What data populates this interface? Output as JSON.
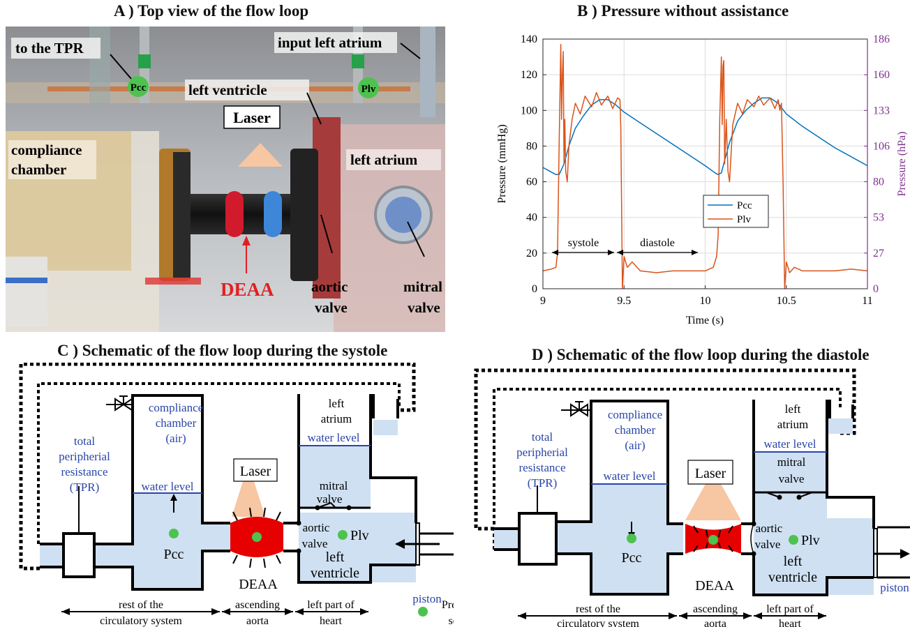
{
  "panel_a": {
    "title": "A ) Top view of the flow loop",
    "labels": {
      "to_tpr": "to the TPR",
      "input_left_atrium": "input left atrium",
      "pcc": "Pcc",
      "plv": "Plv",
      "left_ventricle": "left ventricle",
      "laser": "Laser",
      "compliance_chamber_1": "compliance",
      "compliance_chamber_2": "chamber",
      "left_atrium": "left atrium",
      "deaa": "DEAA",
      "aortic_valve_1": "aortic",
      "aortic_valve_2": "valve",
      "mitral_valve_1": "mitral",
      "mitral_valve_2": "valve"
    }
  },
  "panel_b": {
    "title": "B ) Pressure without assistance",
    "annotation_systole": "systole",
    "annotation_diastole": "diastole"
  },
  "chart_data": {
    "type": "line",
    "title": "B ) Pressure without assistance",
    "xlabel": "Time (s)",
    "ylabel": "Pressure (mmHg)",
    "ylabel_right": "Pressure (hPa)",
    "xlim": [
      9,
      11
    ],
    "ylim": [
      0,
      140
    ],
    "x_ticks": [
      "9",
      "9.5",
      "10",
      "10.5",
      "11"
    ],
    "y_ticks": [
      "0",
      "20",
      "40",
      "60",
      "80",
      "100",
      "120",
      "140"
    ],
    "y_ticks_right": [
      "0",
      "27",
      "53",
      "80",
      "106",
      "133",
      "160",
      "186"
    ],
    "grid": true,
    "legend_placement": "lower-right",
    "colors": {
      "pcc": "#0072BD",
      "plv": "#D95319",
      "right_axis": "#7E2F8E"
    },
    "series": [
      {
        "name": "Pcc",
        "x": [
          9.0,
          9.04,
          9.08,
          9.1,
          9.13,
          9.16,
          9.2,
          9.25,
          9.3,
          9.35,
          9.4,
          9.45,
          9.5,
          9.6,
          9.7,
          9.8,
          9.9,
          10.0,
          10.06,
          10.08,
          10.1,
          10.12,
          10.15,
          10.2,
          10.25,
          10.3,
          10.35,
          10.4,
          10.45,
          10.5,
          10.6,
          10.7,
          10.8,
          10.9,
          11.0
        ],
        "y": [
          68,
          66,
          64,
          64,
          70,
          80,
          90,
          97,
          103,
          106,
          106,
          103,
          99,
          93,
          87,
          81,
          75,
          69,
          65,
          64,
          65,
          72,
          82,
          94,
          100,
          104,
          107,
          107,
          104,
          98,
          91,
          85,
          79,
          74,
          69
        ]
      },
      {
        "name": "Plv",
        "x": [
          9.0,
          9.05,
          9.08,
          9.09,
          9.1,
          9.11,
          9.115,
          9.12,
          9.125,
          9.13,
          9.135,
          9.14,
          9.15,
          9.16,
          9.18,
          9.2,
          9.23,
          9.26,
          9.3,
          9.33,
          9.36,
          9.4,
          9.43,
          9.46,
          9.475,
          9.48,
          9.49,
          9.5,
          9.52,
          9.55,
          9.6,
          9.7,
          9.8,
          9.9,
          10.0,
          10.05,
          10.07,
          10.08,
          10.09,
          10.1,
          10.105,
          10.11,
          10.115,
          10.12,
          10.13,
          10.14,
          10.15,
          10.17,
          10.2,
          10.23,
          10.26,
          10.3,
          10.33,
          10.36,
          10.4,
          10.43,
          10.45,
          10.46,
          10.47,
          10.48,
          10.49,
          10.5,
          10.52,
          10.55,
          10.6,
          10.7,
          10.8,
          10.9,
          11.0
        ],
        "y": [
          10,
          11,
          12,
          20,
          80,
          137,
          95,
          120,
          133,
          70,
          95,
          66,
          60,
          80,
          95,
          104,
          98,
          108,
          102,
          110,
          103,
          108,
          101,
          107,
          106,
          90,
          0,
          18,
          12,
          15,
          10,
          9,
          10,
          10,
          10,
          12,
          18,
          30,
          95,
          130,
          92,
          125,
          128,
          70,
          95,
          66,
          60,
          92,
          104,
          98,
          106,
          102,
          108,
          103,
          107,
          101,
          106,
          100,
          104,
          60,
          0,
          15,
          9,
          12,
          10,
          10,
          10,
          11,
          10
        ]
      }
    ]
  },
  "panel_c": {
    "title": "C ) Schematic of the flow loop during the systole",
    "labels": {
      "tpr_1": "total",
      "tpr_2": "peripherial",
      "tpr_3": "resistance",
      "tpr_4": "(TPR)",
      "cc_1": "compliance",
      "cc_2": "chamber",
      "cc_3": "(air)",
      "water_level": "water level",
      "left_atrium_1": "left",
      "left_atrium_2": "atrium",
      "la_water_level": "water level",
      "laser": "Laser",
      "mitral_1": "mitral",
      "mitral_2": "valve",
      "aortic_1": "aortic",
      "aortic_2": "valve",
      "pcc": "Pcc",
      "plv": "Plv",
      "lv_1": "left",
      "lv_2": "ventricle",
      "deaa": "DEAA",
      "piston": "piston",
      "region_1a": "rest of the",
      "region_1b": "circulatory system",
      "region_2a": "ascending",
      "region_2b": "aorta",
      "region_3a": "left part of",
      "region_3b": "heart",
      "legend_1": "Pressure",
      "legend_2": "sensor"
    }
  },
  "panel_d": {
    "title": "D ) Schematic of the flow loop during the diastole",
    "labels": {
      "tpr_1": "total",
      "tpr_2": "peripherial",
      "tpr_3": "resistance",
      "tpr_4": "(TPR)",
      "cc_1": "compliance",
      "cc_2": "chamber",
      "cc_3": "(air)",
      "water_level": "water level",
      "left_atrium_1": "left",
      "left_atrium_2": "atrium",
      "la_water_level": "water level",
      "laser": "Laser",
      "mitral_1": "mitral",
      "mitral_2": "valve",
      "aortic_1": "aortic",
      "aortic_2": "valve",
      "pcc": "Pcc",
      "plv": "Plv",
      "lv_1": "left",
      "lv_2": "ventricle",
      "deaa": "DEAA",
      "piston": "piston",
      "region_1a": "rest of the",
      "region_1b": "circulatory system",
      "region_2a": "ascending",
      "region_2b": "aorta",
      "region_3a": "left part of",
      "region_3b": "heart"
    }
  }
}
